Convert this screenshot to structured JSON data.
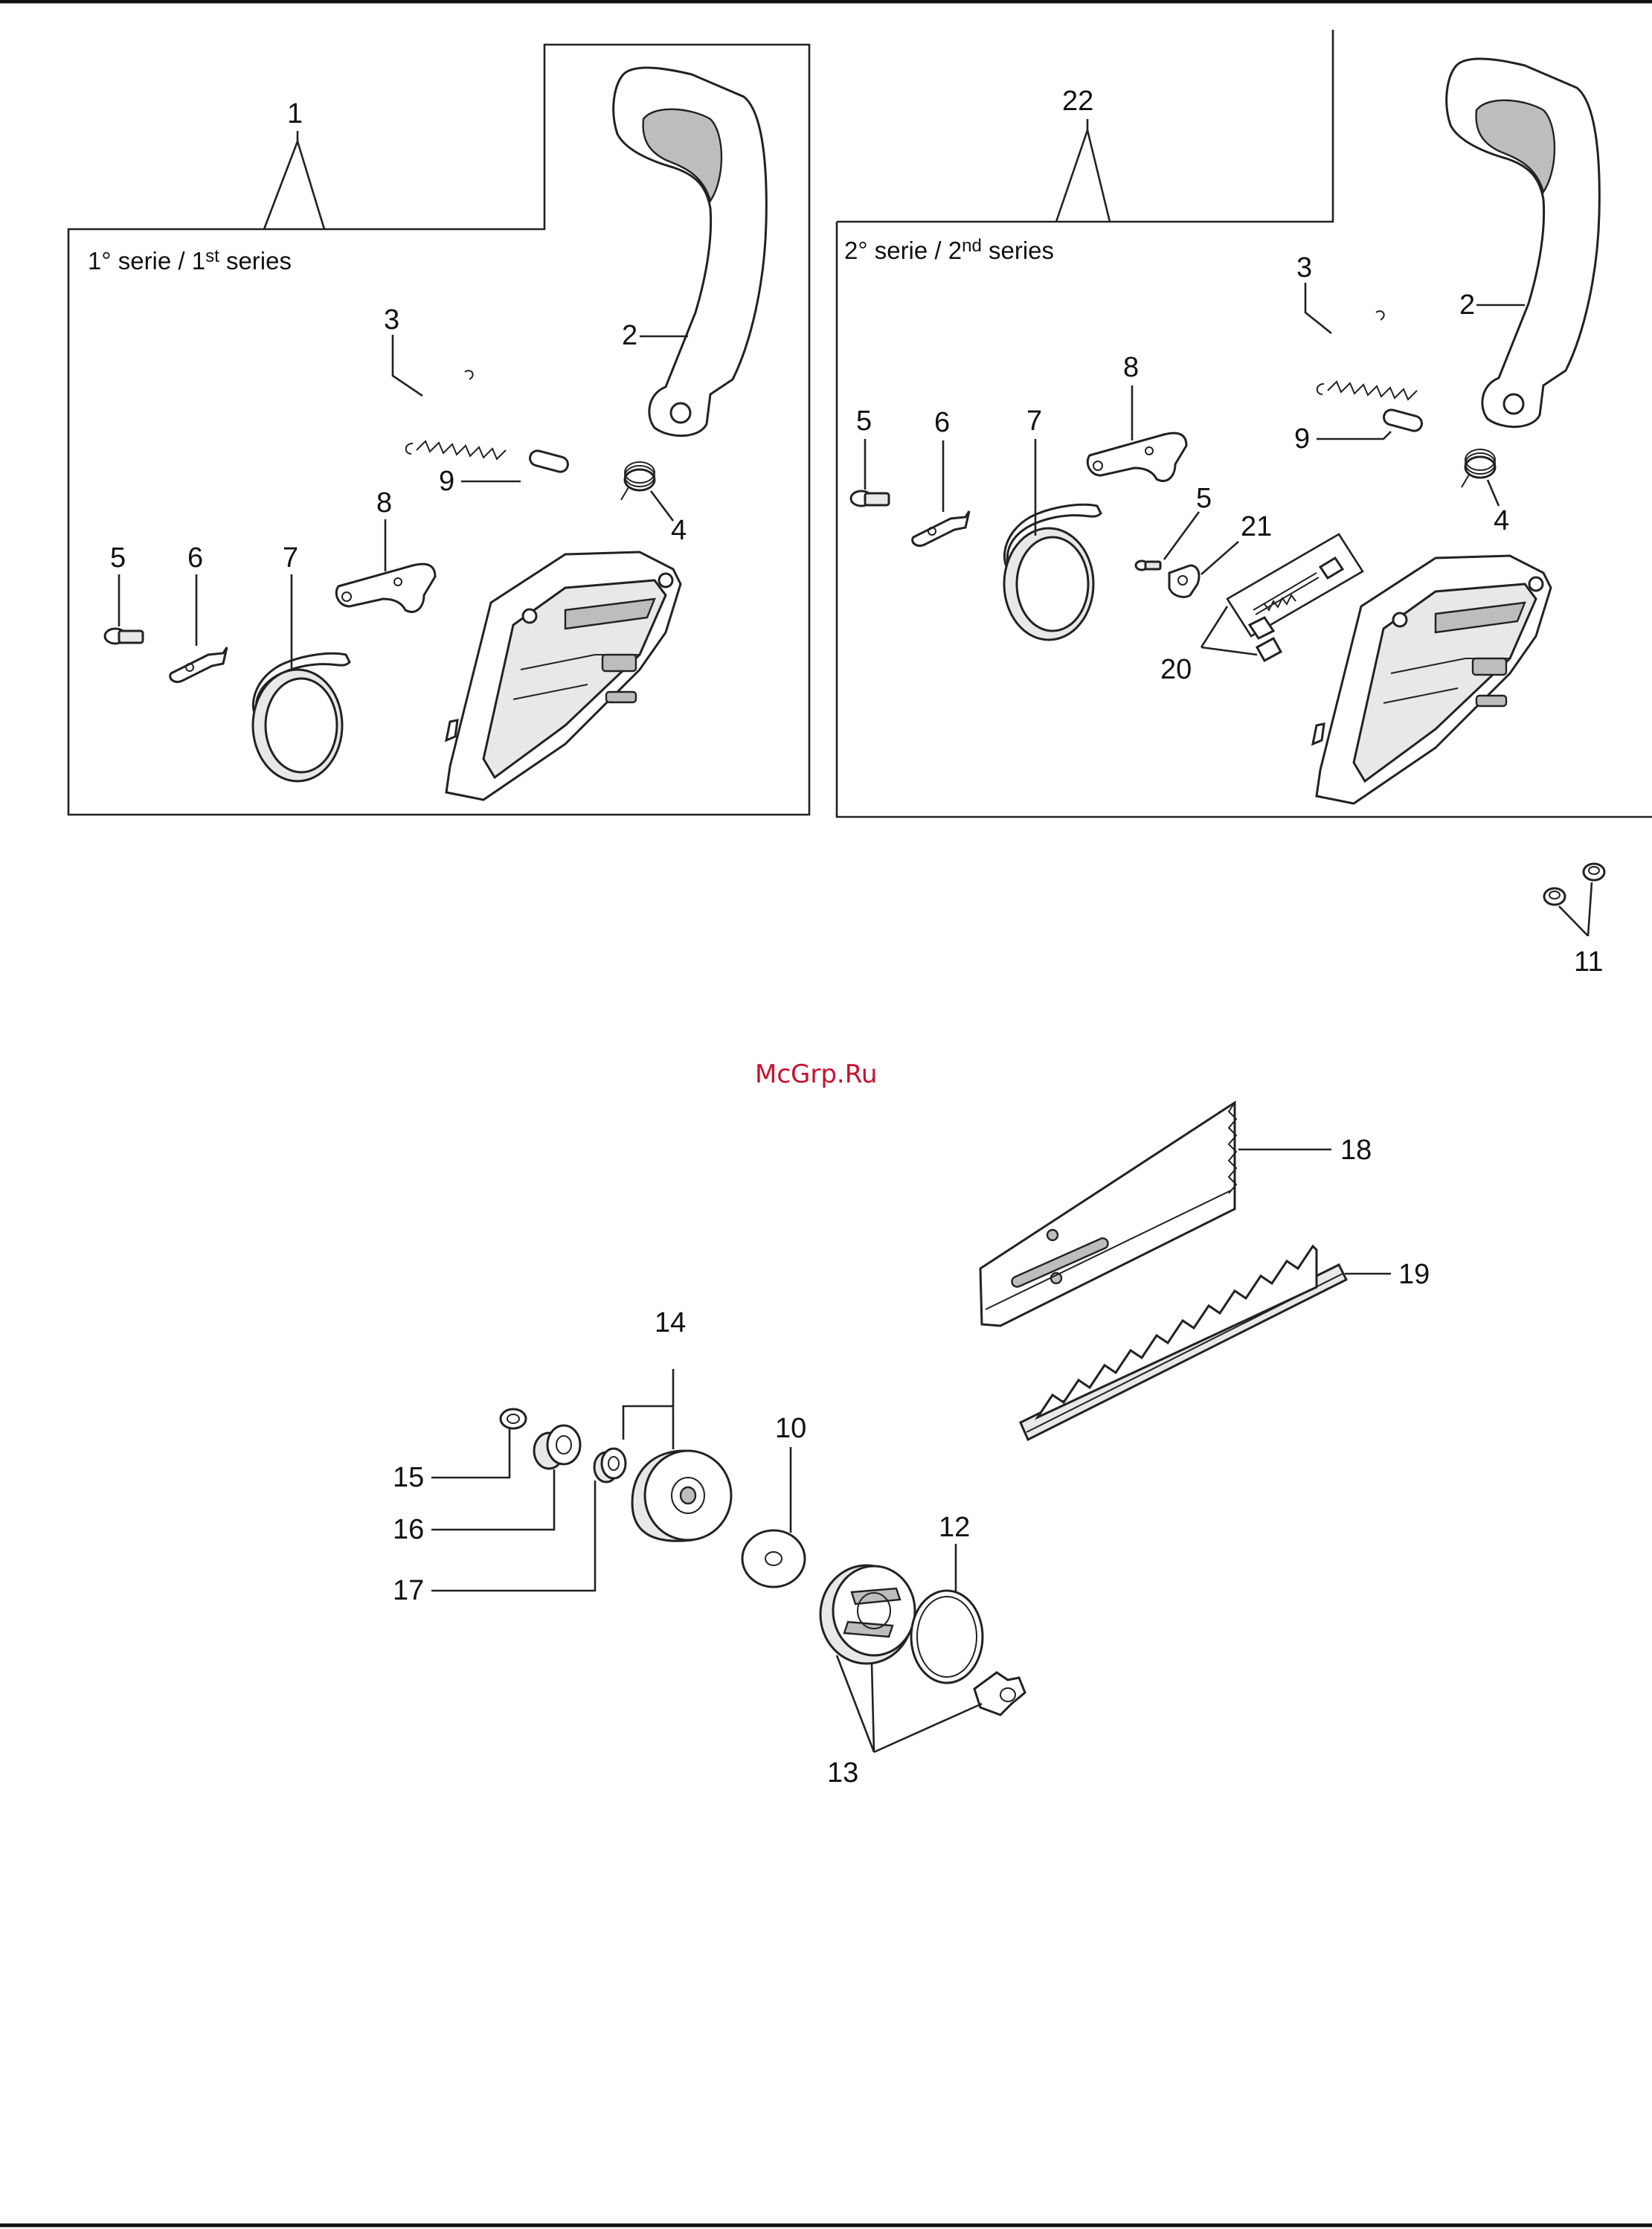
{
  "panels": {
    "first": {
      "number": "1",
      "serie": "1° serie / 1",
      "sup": "st",
      "tail": " series"
    },
    "second": {
      "number": "22",
      "serie": "2° serie / 2",
      "sup": "nd",
      "tail": " series"
    }
  },
  "watermark": "McGrp.Ru",
  "labels": {
    "p1_2": "2",
    "p1_3": "3",
    "p1_4": "4",
    "p1_5": "5",
    "p1_6": "6",
    "p1_7": "7",
    "p1_8": "8",
    "p1_9": "9",
    "p2_2": "2",
    "p2_3": "3",
    "p2_4": "4",
    "p2_5a": "5",
    "p2_5b": "5",
    "p2_6": "6",
    "p2_7": "7",
    "p2_8": "8",
    "p2_9": "9",
    "p2_20": "20",
    "p2_21": "21",
    "n10": "10",
    "n11": "11",
    "n12": "12",
    "n13": "13",
    "n14": "14",
    "n15": "15",
    "n16": "16",
    "n17": "17",
    "n18": "18",
    "n19": "19"
  }
}
